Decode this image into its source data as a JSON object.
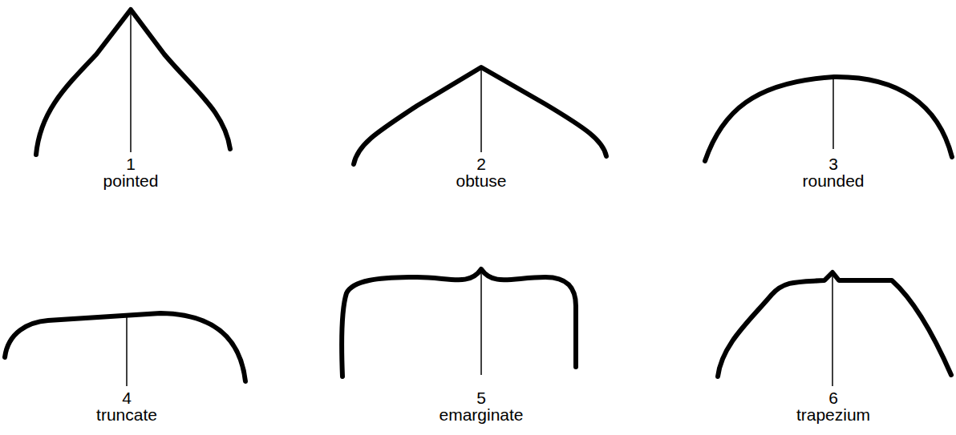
{
  "diagram": {
    "labels": [
      "1",
      "pointed",
      "2",
      "obtuse",
      "3",
      "rounded",
      "4",
      "truncate",
      "5",
      "emarginate",
      "6",
      "trapezium"
    ]
  }
}
